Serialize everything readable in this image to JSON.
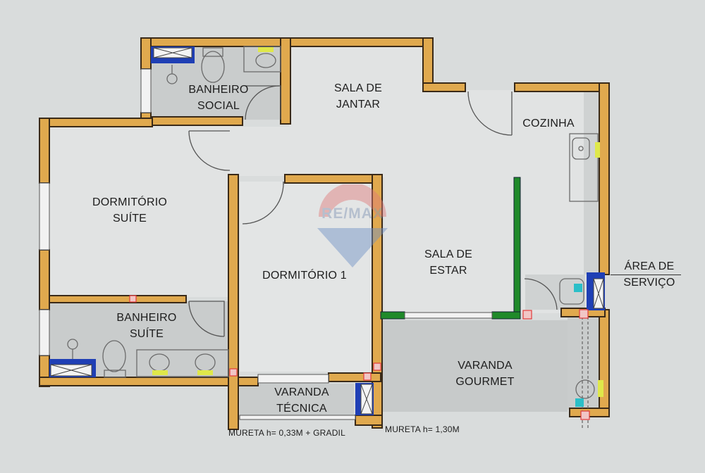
{
  "plan": {
    "title": "Floor plan",
    "colors": {
      "background": "#d9dcdc",
      "floor_light": "#e1e3e3",
      "floor_wet": "#c9cccc",
      "wall": "#e0a94e",
      "wall_outline": "#3a2a18",
      "green_wall": "#1f8a2a",
      "window_blue": "#1f3fb5",
      "fixture_yellow": "#dfe84a",
      "fixture_cyan": "#2bbfc8",
      "marker_red": "#e23b3b"
    },
    "rooms": [
      {
        "id": "banheiro-social",
        "lines": [
          "BANHEIRO",
          "SOCIAL"
        ]
      },
      {
        "id": "sala-de-jantar",
        "lines": [
          "SALA DE",
          "JANTAR"
        ]
      },
      {
        "id": "cozinha",
        "lines": [
          "COZINHA"
        ]
      },
      {
        "id": "dormitorio-suite",
        "lines": [
          "DORMITÓRIO",
          "SUÍTE"
        ]
      },
      {
        "id": "dormitorio-1",
        "lines": [
          "DORMITÓRIO 1"
        ]
      },
      {
        "id": "sala-de-estar",
        "lines": [
          "SALA DE",
          "ESTAR"
        ]
      },
      {
        "id": "area-de-servico",
        "lines": [
          "ÁREA DE",
          "SERVIÇO"
        ]
      },
      {
        "id": "banheiro-suite",
        "lines": [
          "BANHEIRO",
          "SUÍTE"
        ]
      },
      {
        "id": "varanda-tecnica",
        "lines": [
          "VARANDA",
          "TÉCNICA"
        ]
      },
      {
        "id": "varanda-gourmet",
        "lines": [
          "VARANDA",
          "GOURMET"
        ]
      }
    ],
    "notes": {
      "mureta_tecnica": "MURETA  h= 0,33M + GRADIL",
      "mureta_gourmet": "MURETA  h= 1,30M"
    },
    "watermark": {
      "text": "RE/MAX"
    }
  }
}
